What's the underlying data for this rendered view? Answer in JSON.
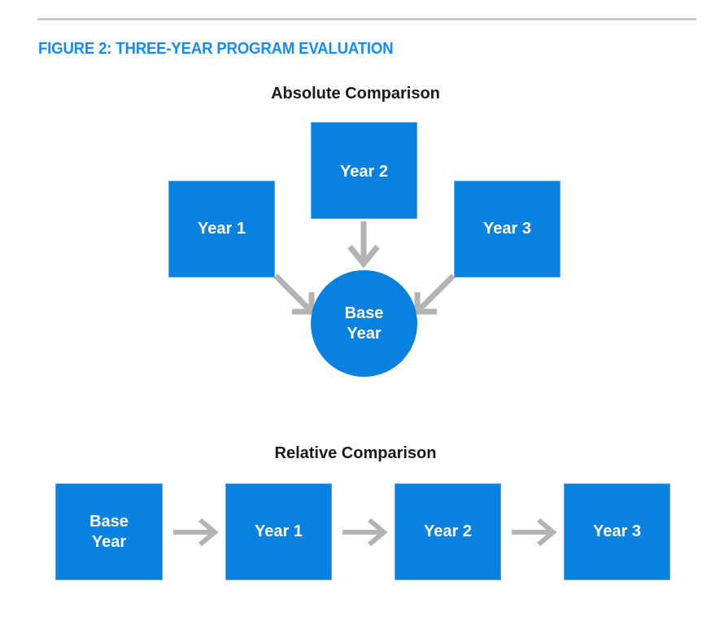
{
  "figure": {
    "title": "FIGURE 2: THREE-YEAR PROGRAM EVALUATION",
    "title_color": "#1b8be8",
    "node_color": "#0a81de",
    "arrow_color": "#b3b3b3",
    "rule_color": "#c9cbcc"
  },
  "sections": {
    "absolute": {
      "heading": "Absolute Comparison",
      "nodes": {
        "year1": "Year 1",
        "year2": "Year 2",
        "year3": "Year 3",
        "base": "Base\nYear"
      }
    },
    "relative": {
      "heading": "Relative Comparison",
      "nodes": {
        "base": "Base\nYear",
        "year1": "Year 1",
        "year2": "Year 2",
        "year3": "Year 3"
      }
    }
  }
}
